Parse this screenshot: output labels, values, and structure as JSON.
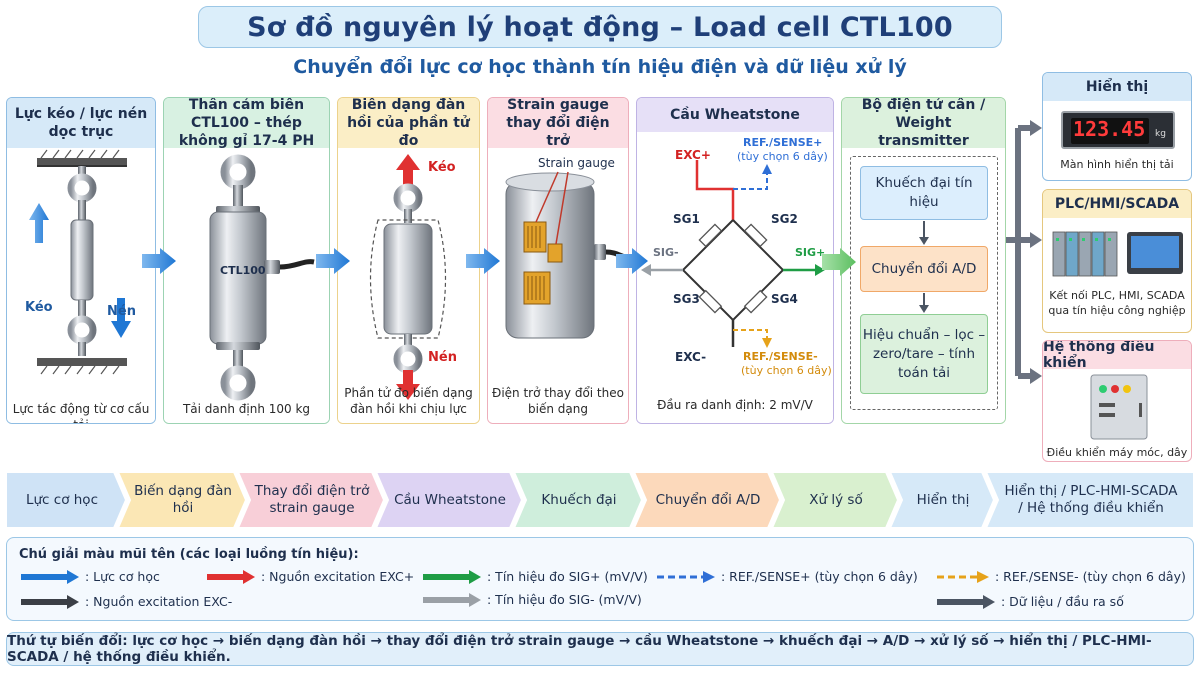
{
  "title": "Sơ đồ nguyên lý hoạt động – Load cell CTL100",
  "subtitle": "Chuyển đổi lực cơ học thành tín hiệu điện và dữ liệu xử lý",
  "panels": [
    {
      "title": "Lực kéo / lực nén dọc trục",
      "caption": "Lực tác động từ cơ cấu tải",
      "label_pull": "Kéo",
      "label_push": "Nén"
    },
    {
      "title": "Thân cảm biến CTL100 – thép không gỉ 17-4 PH",
      "caption": "Tải danh định 100 kg",
      "body_label": "CTL100"
    },
    {
      "title": "Biến dạng đàn hồi của phần tử đo",
      "caption": "Phần tử đo biến dạng đàn hồi khi chịu lực",
      "label_pull": "Kéo",
      "label_push": "Nén"
    },
    {
      "title": "Strain gauge thay đổi điện trở",
      "caption": "Điện trở thay đổi theo biến dạng",
      "gauge_label": "Strain gauge"
    },
    {
      "title": "Cầu Wheatstone",
      "caption": "Đầu ra danh định: 2 mV/V",
      "exc_plus": "EXC+",
      "exc_minus": "EXC-",
      "sig_plus": "SIG+",
      "sig_minus": "SIG-",
      "sg1": "SG1",
      "sg2": "SG2",
      "sg3": "SG3",
      "sg4": "SG4",
      "ref_plus": "REF./SENSE+",
      "ref_plus_note": "(tùy chọn 6 dây)",
      "ref_minus": "REF./SENSE-",
      "ref_minus_note": "(tùy chọn 6 dây)"
    },
    {
      "title": "Bộ điện tử cân / Weight transmitter",
      "steps": [
        "Khuếch đại tín hiệu",
        "Chuyển đổi A/D",
        "Hiệu chuẩn – lọc – zero/tare – tính toán tải"
      ]
    }
  ],
  "outputs": [
    {
      "title": "Hiển thị",
      "display_value": "123.45",
      "unit": "kg",
      "caption": "Màn hình hiển thị tải"
    },
    {
      "title": "PLC/HMI/SCADA",
      "caption": "Kết nối PLC, HMI, SCADA qua tín hiệu công nghiệp"
    },
    {
      "title": "Hệ thống điều khiển",
      "caption": "Điều khiển máy móc, dây chuyền"
    }
  ],
  "pipeline": [
    "Lực cơ học",
    "Biến dạng đàn hồi",
    "Thay đổi điện trở strain gauge",
    "Cầu Wheatstone",
    "Khuếch đại",
    "Chuyển đổi A/D",
    "Xử lý số",
    "Hiển thị",
    "Hiển thị / PLC-HMI-SCADA / Hệ thống điều khiển"
  ],
  "legend": {
    "title": "Chú giải màu mũi tên (các loại luồng tín hiệu):",
    "items": [
      {
        "label": ": Lực cơ học",
        "color": "#1f77d4"
      },
      {
        "label": ": Nguồn excitation EXC+",
        "color": "#e03131"
      },
      {
        "label": ": Tín hiệu đo SIG+ (mV/V)",
        "color": "#1f9d45"
      },
      {
        "label": ": REF./SENSE+ (tùy chọn 6 dây)",
        "color": "#2f6fd6"
      },
      {
        "label": ": REF./SENSE- (tùy chọn 6 dây)",
        "color": "#e6a21a"
      },
      {
        "label": ": Nguồn excitation EXC-",
        "color": "#3b3f46"
      },
      {
        "label": ": Tín hiệu đo SIG- (mV/V)",
        "color": "#9aa0a6"
      },
      {
        "label": ": Dữ liệu / đầu ra số",
        "color": "#4b5563"
      }
    ]
  },
  "footer": "Thứ tự biến đổi: lực cơ học → biến dạng đàn hồi → thay đổi điện trở strain gauge → cầu Wheatstone → khuếch đại → A/D → xử lý số → hiển thị / PLC-HMI-SCADA / hệ thống điều khiển."
}
